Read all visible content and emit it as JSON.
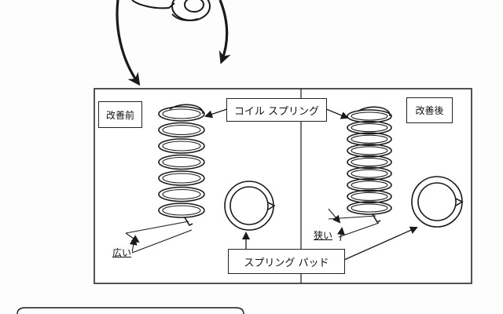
{
  "labels": {
    "before": "改善前",
    "after": "改善後",
    "coil_spring": "コイル スプリング",
    "spring_pad": "スプリング パッド",
    "wide": "広い",
    "narrow": "狭い"
  },
  "colors": {
    "line": "#1a1a1a",
    "background": "#fdfdfd"
  }
}
